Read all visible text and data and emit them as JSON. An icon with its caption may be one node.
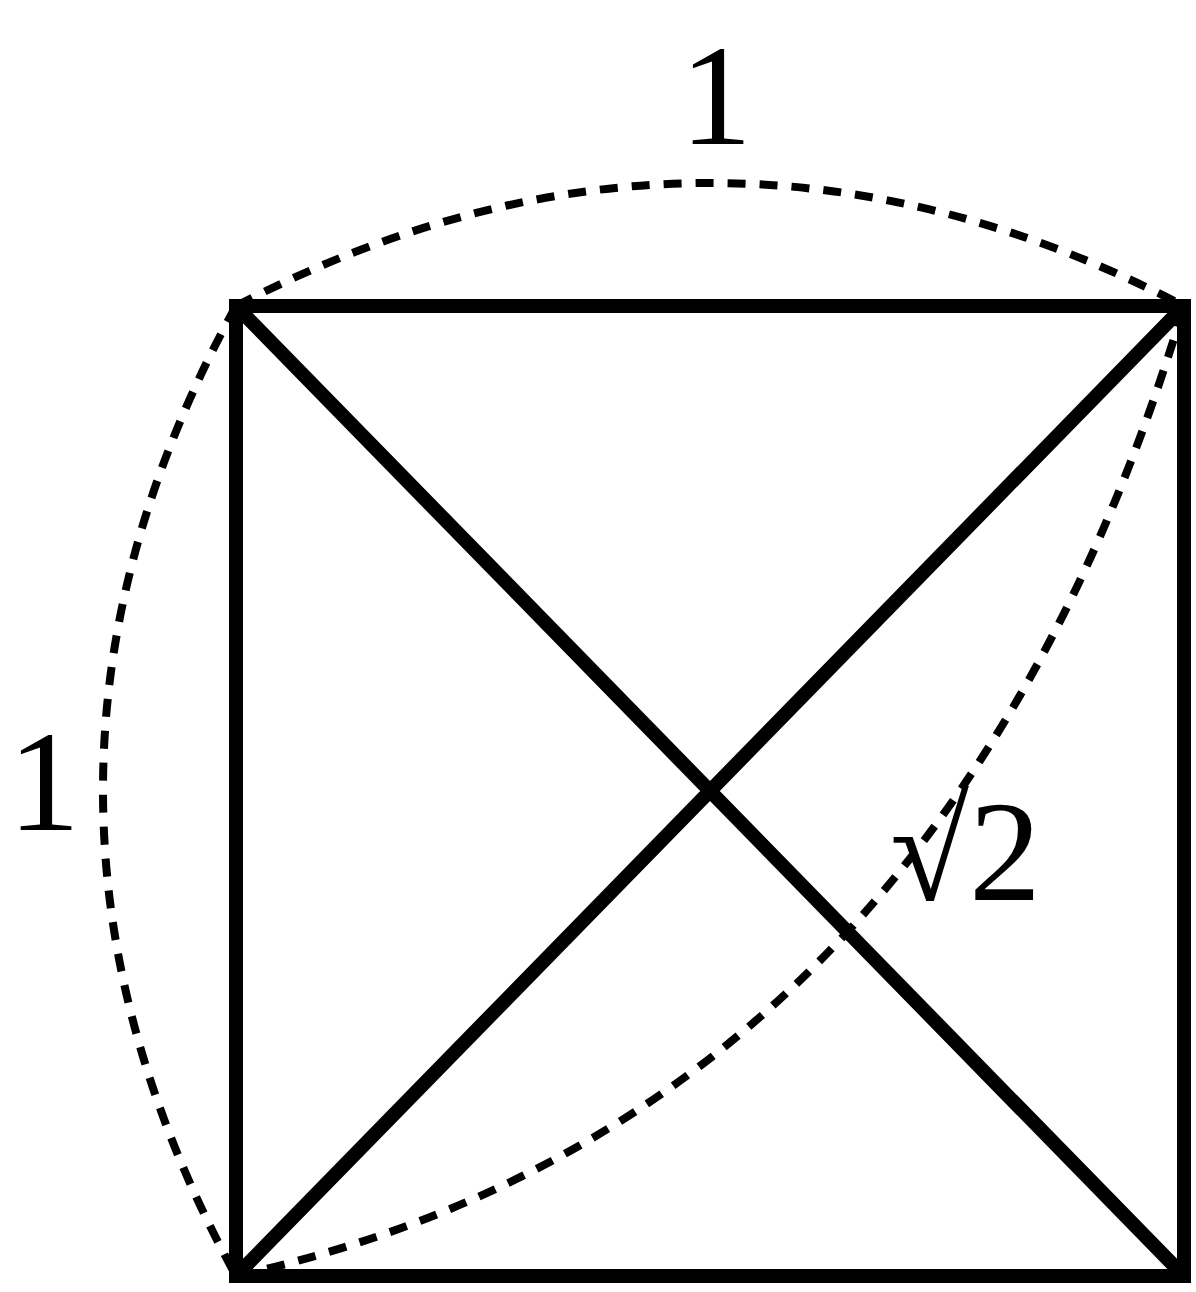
{
  "diagram": {
    "labels": [
      "1",
      "1",
      "√2"
    ]
  }
}
